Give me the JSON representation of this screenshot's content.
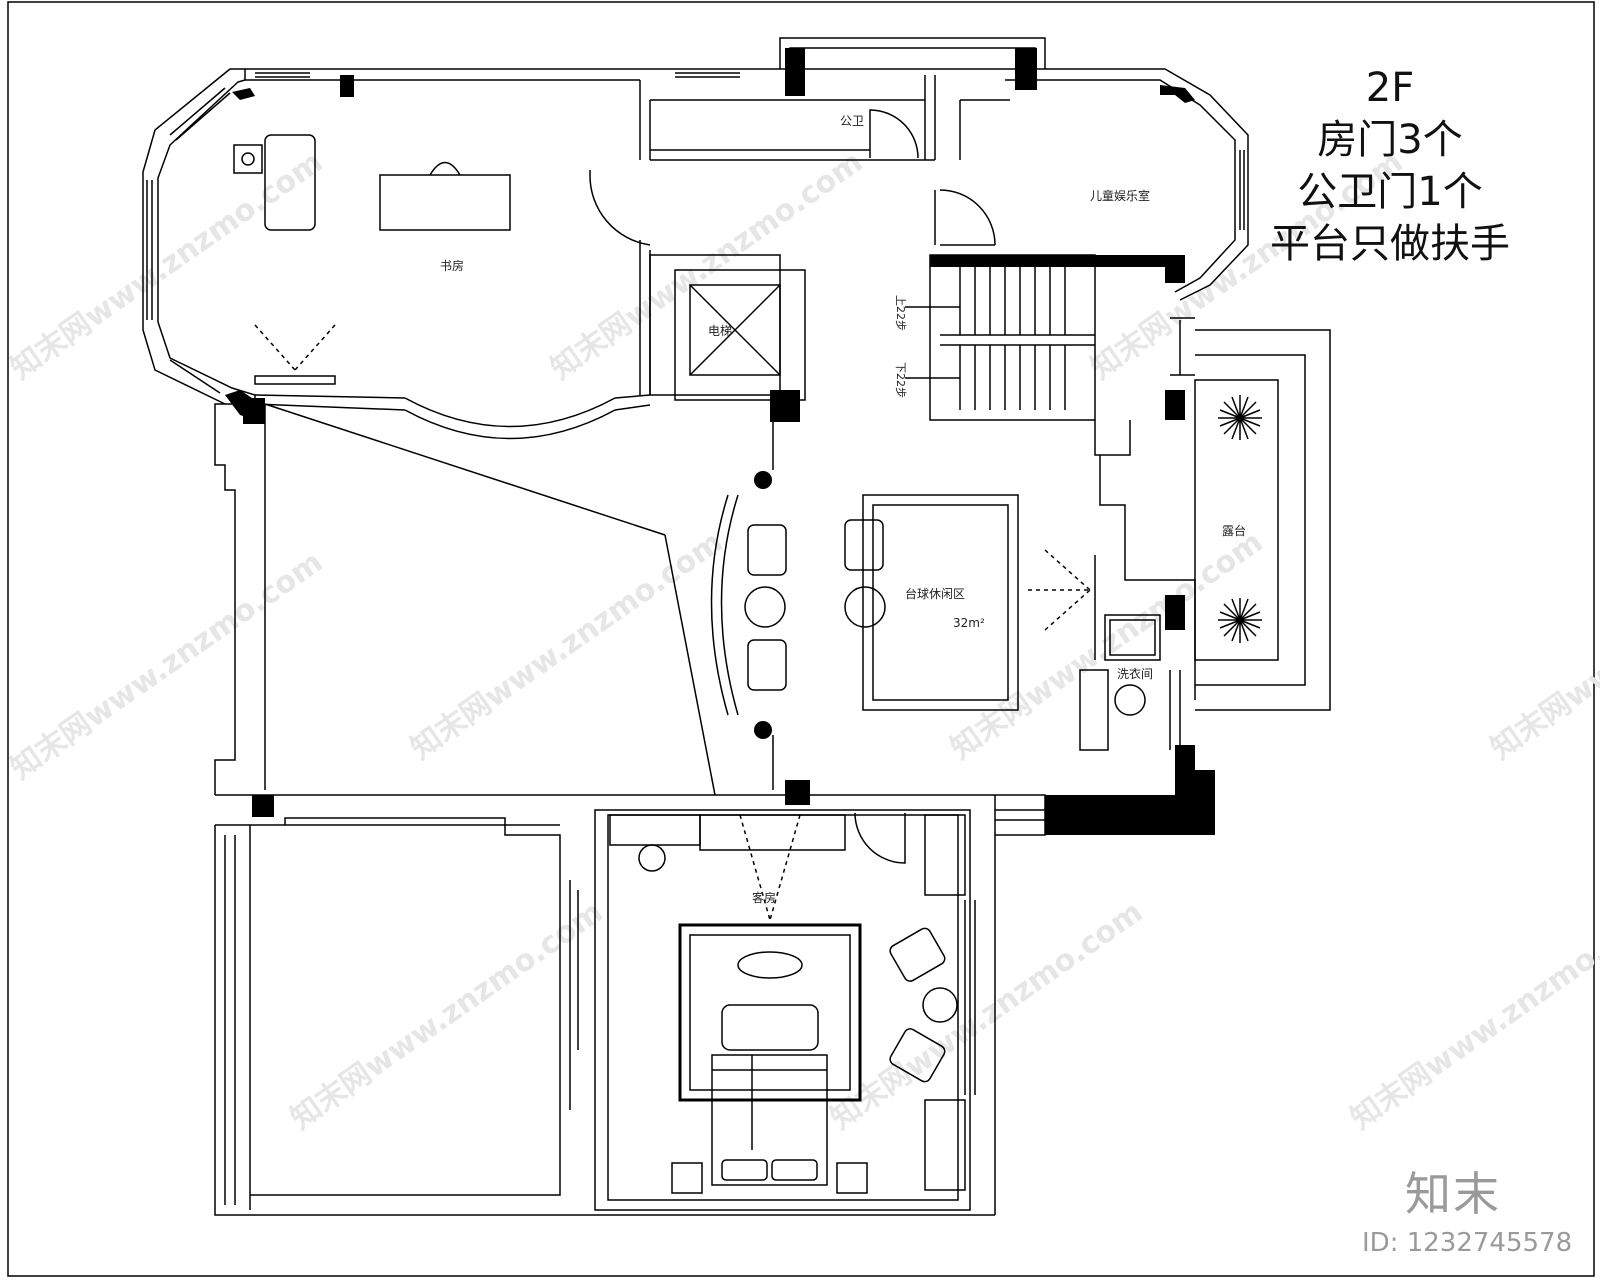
{
  "notes": {
    "floor": "2F",
    "line1": "房门3个",
    "line2": "公卫门1个",
    "line3": "平台只做扶手"
  },
  "rooms": {
    "study": "书房",
    "bathroom": "公卫",
    "elevator": "电梯",
    "kids_room": "儿童娱乐室",
    "billiards": "台球休闲区",
    "billiards_area": "32m²",
    "terrace": "露台",
    "laundry": "洗衣间",
    "guest_room": "客房",
    "stair_up": "上22步",
    "stair_down": "下22步"
  },
  "watermark": {
    "brand": "知末",
    "id_text": "ID: 1232745578",
    "site": "知末网www.znzmo.com"
  }
}
